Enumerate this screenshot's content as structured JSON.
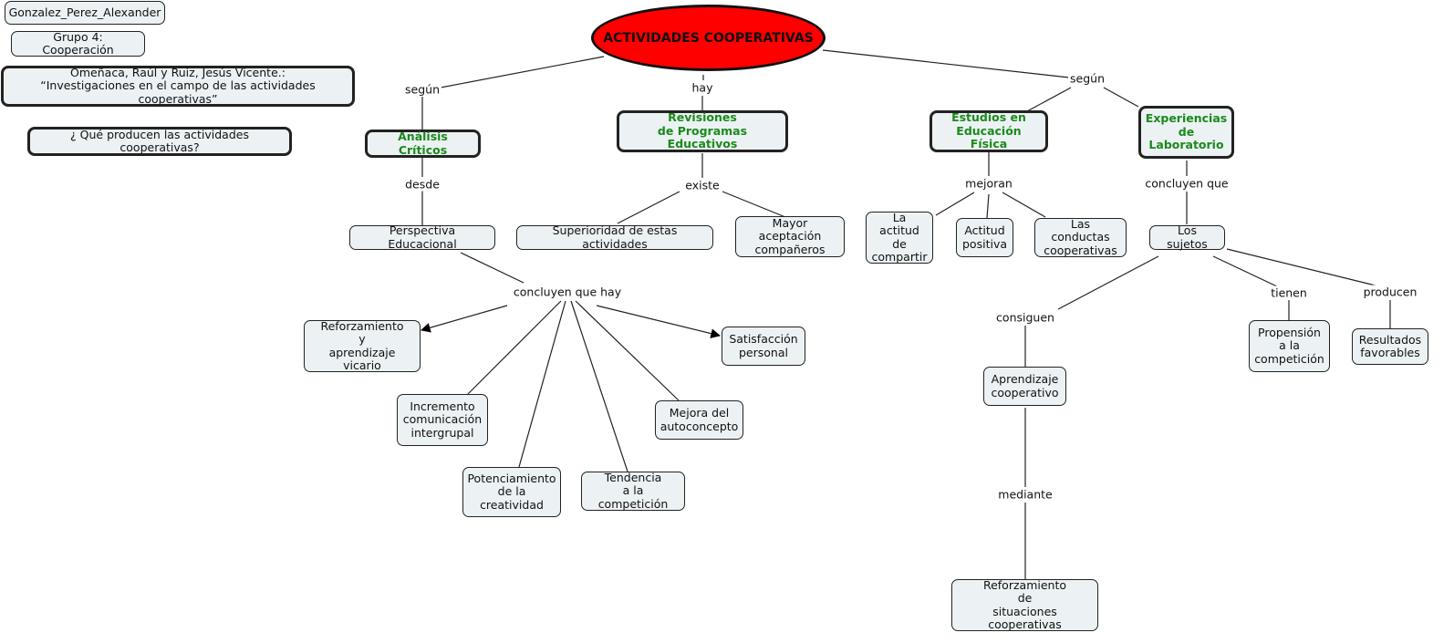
{
  "map": {
    "root": {
      "label": "ACTIVIDADES COOPERATIVAS",
      "color": "#ff0000"
    },
    "info": {
      "author": "Gonzalez_Perez_Alexander",
      "group": "Grupo 4: Cooperación",
      "reference": "Omeñaca, Raúl y Ruiz, Jesús Vicente.:\n“Investigaciones en el campo de las actividades cooperativas”",
      "question": "¿ Qué producen las actividades cooperativas?"
    },
    "accent_color": "#1a8a1a",
    "node_bg": "#ecf2f4",
    "branches": {
      "analisis": {
        "link": "según",
        "title": "Análisis Críticos",
        "link2": "desde",
        "child": "Perspectiva Educacional",
        "link3": "concluyen que hay",
        "results": [
          "Reforzamiento\ny\naprendizaje vicario",
          "Incremento\ncomunicación\nintergrupal",
          "Potenciamiento\nde la\ncreatividad",
          "Tendencia\na la competición",
          "Mejora del\nautoconcepto",
          "Satisfacción\npersonal"
        ]
      },
      "revisiones": {
        "link": "hay",
        "title": "Revisiones\nde Programas Educativos",
        "link2": "existe",
        "results": [
          "Superioridad de estas actividades",
          "Mayor aceptación\ncompañeros"
        ]
      },
      "shared_link": "según",
      "estudios": {
        "title": "Estudios en\nEducación Física",
        "link2": "mejoran",
        "results": [
          "La actitud\nde\ncompartir",
          "Actitud\npositiva",
          "Las conductas\ncooperativas"
        ]
      },
      "experiencias": {
        "title": "Experiencias\nde\nLaboratorio",
        "link2": "concluyen que",
        "child": "Los sujetos",
        "consiguen": {
          "link": "consiguen",
          "node": "Aprendizaje\ncooperativo",
          "link2": "mediante",
          "node2": "Reforzamiento\nde\nsituaciones cooperativas"
        },
        "tienen": {
          "link": "tienen",
          "node": "Propensión\na la\ncompetición"
        },
        "producen": {
          "link": "producen",
          "node": "Resultados\nfavorables"
        }
      }
    }
  }
}
